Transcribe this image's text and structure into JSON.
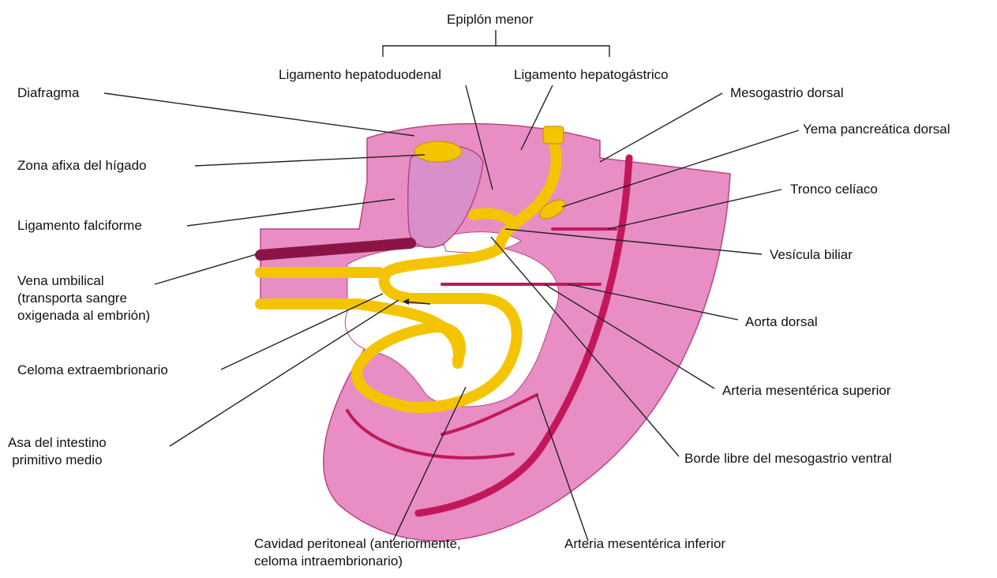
{
  "colors": {
    "tissue": "#e88ec4",
    "tissue_edge": "#b8477f",
    "liver": "#d98fc9",
    "gut": "#f5c400",
    "gut_edge": "#c99700",
    "vessel": "#c2185b",
    "vessel_dark": "#8b1446",
    "cavity": "#ffffff",
    "leader": "#222222"
  },
  "labels": {
    "epiplon_menor": "Epiplón menor",
    "lig_hepatoduodenal": "Ligamento hepatoduodenal",
    "lig_hepatogastrico": "Ligamento hepatogástrico",
    "diafragma": "Diafragma",
    "mesogastrio_dorsal": "Mesogastrio dorsal",
    "yema_pancreatica": "Yema pancreática dorsal",
    "zona_afixa": "Zona afixa del hígado",
    "tronco_celiaco": "Tronco celíaco",
    "lig_falciforme": "Ligamento falciforme",
    "vesicula_biliar": "Vesícula biliar",
    "vena_umbilical": "Vena umbilical\n(transporta sangre\noxigenada al embrión)",
    "aorta_dorsal": "Aorta dorsal",
    "celoma_extra": "Celoma extraembrionario",
    "arteria_mes_sup": "Arteria mesentérica superior",
    "asa_intestino": "Asa del intestino\nprimitivo medio",
    "borde_libre": "Borde libre del mesogastrio ventral",
    "cavidad_peritoneal": "Cavidad peritoneal (anteriormente,\nceloma intraembrionario)",
    "arteria_mes_inf": "Arteria mesentérica inferior"
  }
}
